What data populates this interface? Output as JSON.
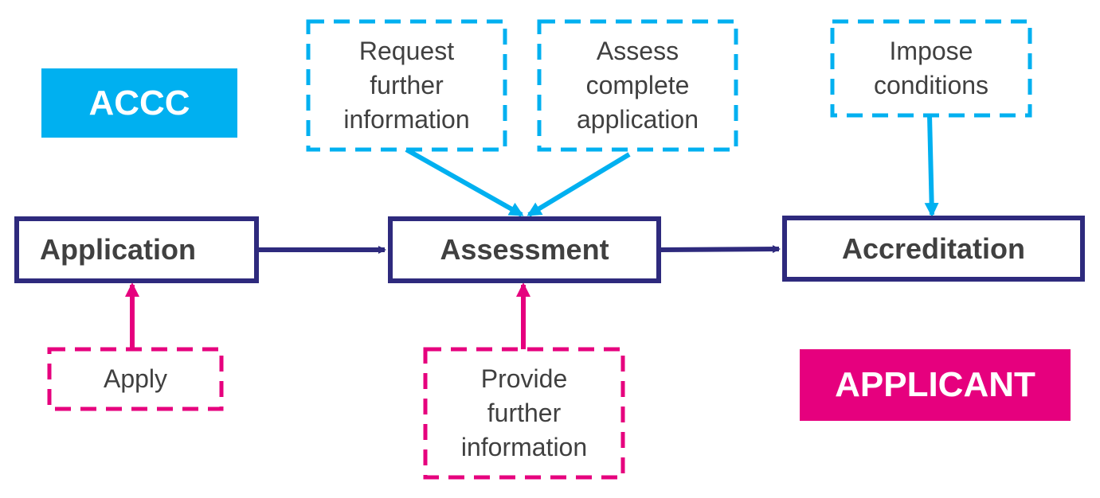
{
  "legend": {
    "accc": "ACCC",
    "applicant": "APPLICANT"
  },
  "stages": {
    "application": "Application",
    "assessment": "Assessment",
    "accreditation": "Accreditation"
  },
  "accc_actions": {
    "request_info": "Request\nfurther\ninformation",
    "assess_complete": "Assess\ncomplete\napplication",
    "impose_conditions": "Impose\nconditions"
  },
  "applicant_actions": {
    "apply": "Apply",
    "provide_info": "Provide\nfurther\ninformation"
  },
  "colors": {
    "accc": "#00b0f0",
    "applicant": "#e6007e",
    "stage_border": "#2e2a7d",
    "text": "#404040"
  }
}
